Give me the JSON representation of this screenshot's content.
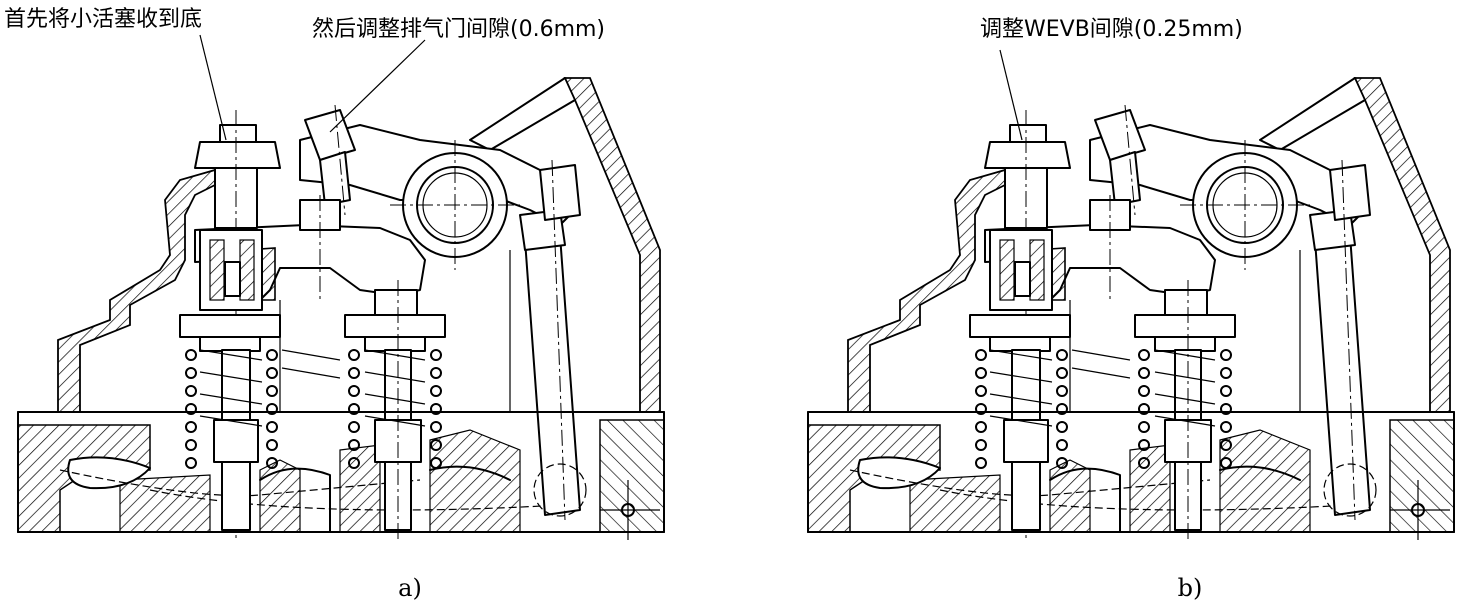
{
  "panels": [
    {
      "id": "a",
      "caption": "a)",
      "callouts": [
        {
          "text": "首先将小活塞收到底"
        },
        {
          "text": "然后调整排气门间隙(0.6mm)"
        }
      ]
    },
    {
      "id": "b",
      "caption": "b)",
      "callouts": [
        {
          "text": "调整WEVB间隙(0.25mm)"
        }
      ]
    }
  ]
}
